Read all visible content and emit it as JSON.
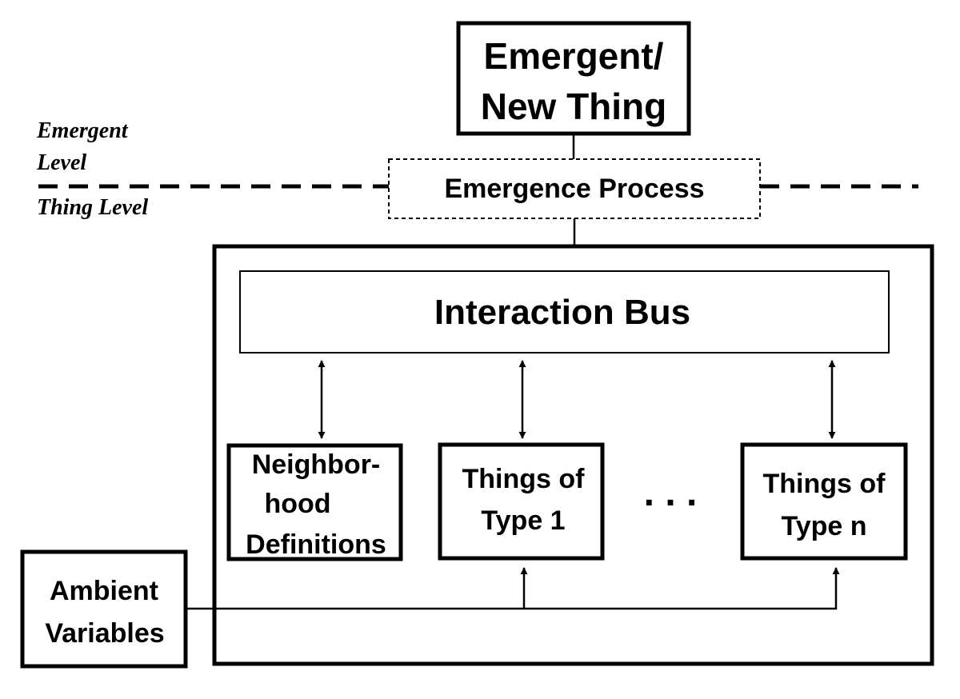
{
  "emergent_thing": {
    "line1": "Emergent/",
    "line2": "New Thing"
  },
  "levels": {
    "emergent_line1": "Emergent",
    "emergent_line2": "Level",
    "thing": "Thing Level"
  },
  "emergence_process": "Emergence Process",
  "interaction_bus": "Interaction Bus",
  "neighborhood": {
    "line1": "Neighbor-",
    "line2": "hood",
    "line3": "Definitions"
  },
  "things_type1": {
    "line1": "Things of",
    "line2": "Type 1"
  },
  "ellipsis": ". . .",
  "things_typen": {
    "line1": "Things of",
    "line2": "Type n"
  },
  "ambient": {
    "line1": "Ambient",
    "line2": "Variables"
  }
}
